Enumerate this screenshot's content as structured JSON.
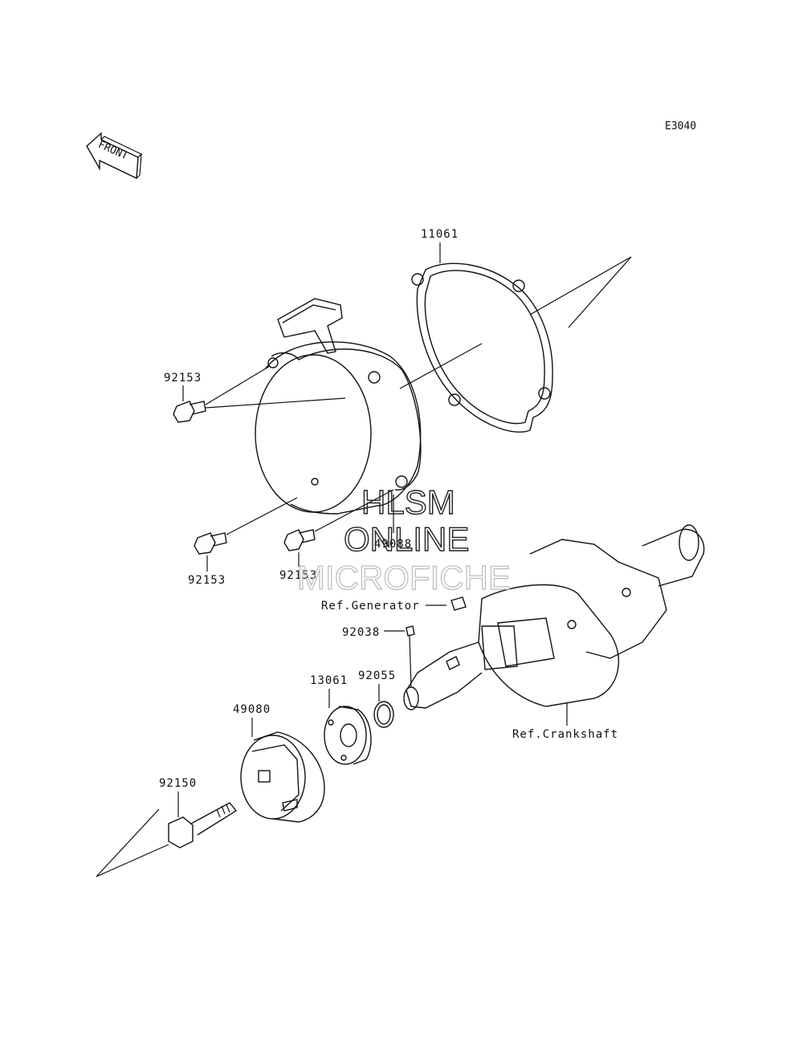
{
  "diagram_code": "E3040",
  "front_label": "FRONT",
  "watermark": {
    "line1": "HLSM",
    "line2": "ONLINE",
    "line3": "MICROFICHE"
  },
  "parts": {
    "p11061": "11061",
    "p92153_a": "92153",
    "p92153_b": "92153",
    "p92153_c": "92153",
    "p49088": "49088",
    "p92038": "92038",
    "p92055": "92055",
    "p13061": "13061",
    "p49080": "49080",
    "p92150": "92150"
  },
  "refs": {
    "generator": "Ref.Generator",
    "crankshaft": "Ref.Crankshaft"
  }
}
